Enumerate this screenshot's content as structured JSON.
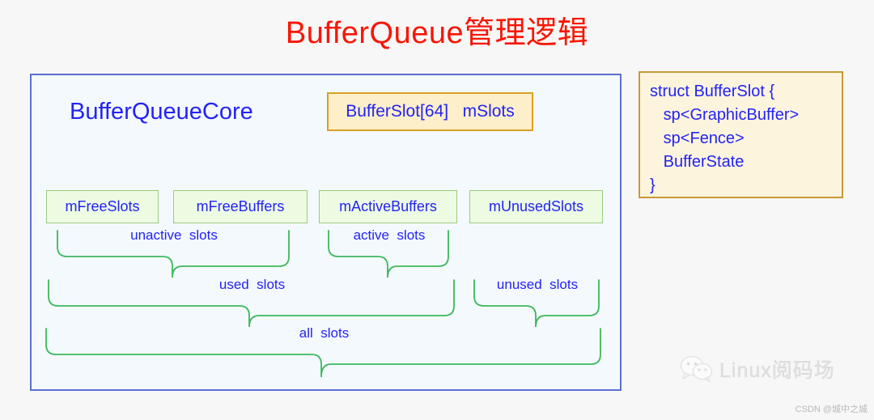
{
  "title": "BufferQueue管理逻辑",
  "colors": {
    "title_red": "#fa1505",
    "text_blue": "#2323f5",
    "panel_border_blue": "#5a6fd4",
    "panel_bg": "#f4f9fd",
    "yellow_box_bg": "#fdefc9",
    "yellow_box_border": "#d9a022",
    "green_box_bg": "#edfbe3",
    "green_box_border": "#9ccb7d",
    "brace_green": "#3cb85c",
    "struct_bg": "#fdf4dd",
    "struct_border": "#c79a33",
    "page_bg": "#f7f7f7"
  },
  "core": {
    "title": "BufferQueueCore",
    "mslots_box": "BufferSlot[64]   mSlots",
    "lists": [
      {
        "label": "mFreeSlots"
      },
      {
        "label": "mFreeBuffers"
      },
      {
        "label": "mActiveBuffers"
      },
      {
        "label": "mUnusedSlots"
      }
    ],
    "braces": [
      {
        "label": "unactive  slots"
      },
      {
        "label": "active  slots"
      },
      {
        "label": "used  slots"
      },
      {
        "label": "unused  slots"
      },
      {
        "label": "all  slots"
      }
    ]
  },
  "struct": {
    "lines": [
      "struct BufferSlot {",
      "   sp<GraphicBuffer>",
      "   sp<Fence>",
      "   BufferState",
      "}"
    ]
  },
  "watermark": {
    "brand": "Linux阅码场",
    "credit": "CSDN @城中之城"
  }
}
